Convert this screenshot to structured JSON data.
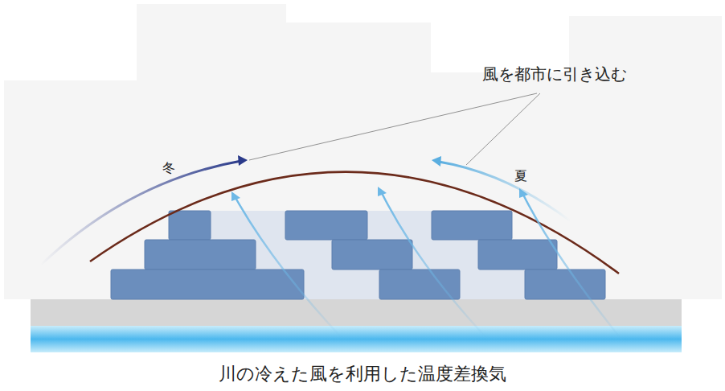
{
  "diagram": {
    "caption": "川の冷えた風を利用した温度差換気",
    "labels": [
      "風を都市に引き込む",
      "冬",
      "夏"
    ]
  }
}
